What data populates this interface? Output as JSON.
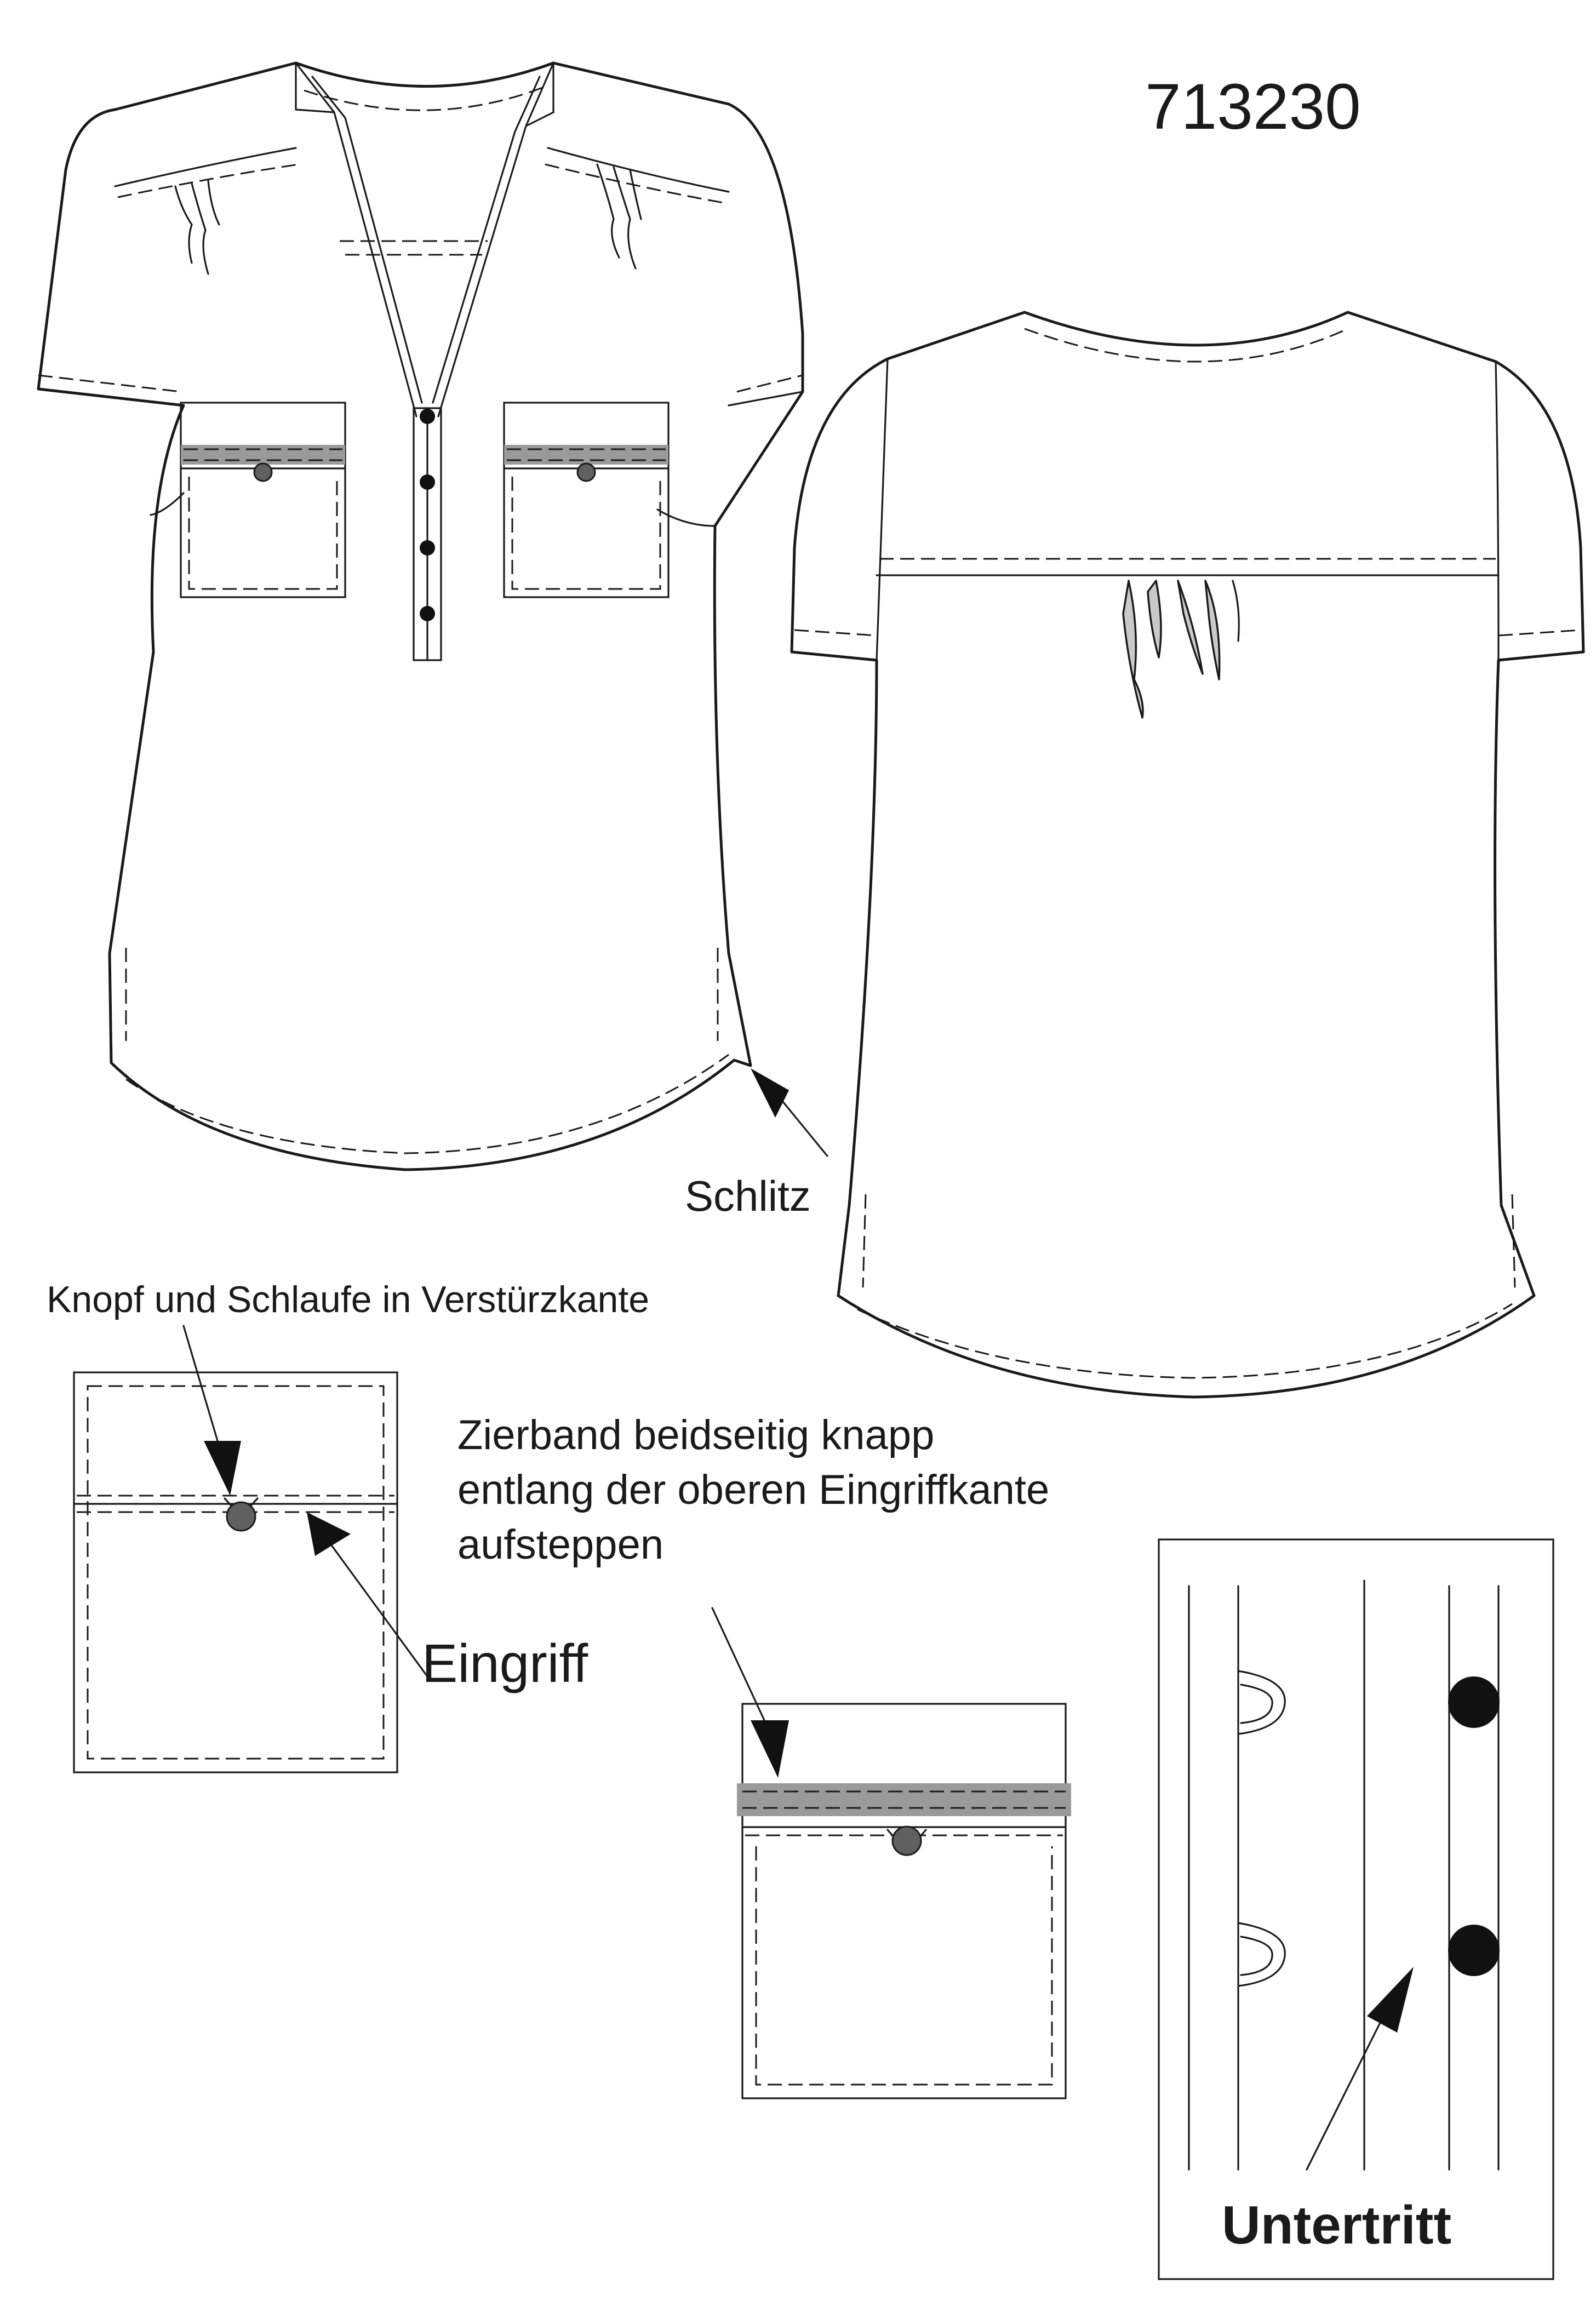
{
  "model_number": "713230",
  "labels": {
    "schlitz": "Schlitz",
    "knopf_schlaufe": "Knopf und Schlaufe in Verstürzkante",
    "eingriff": "Eingriff",
    "zierband_line1": "Zierband beidseitig knapp",
    "zierband_line2": "entlang der oberen Eingriffkante",
    "zierband_line3": "aufsteppen",
    "untertritt": "Untertritt"
  },
  "colors": {
    "ink": "#1a1a1a",
    "band": "#9a9a9a",
    "button_grey": "#606060",
    "button_black": "#111111"
  }
}
